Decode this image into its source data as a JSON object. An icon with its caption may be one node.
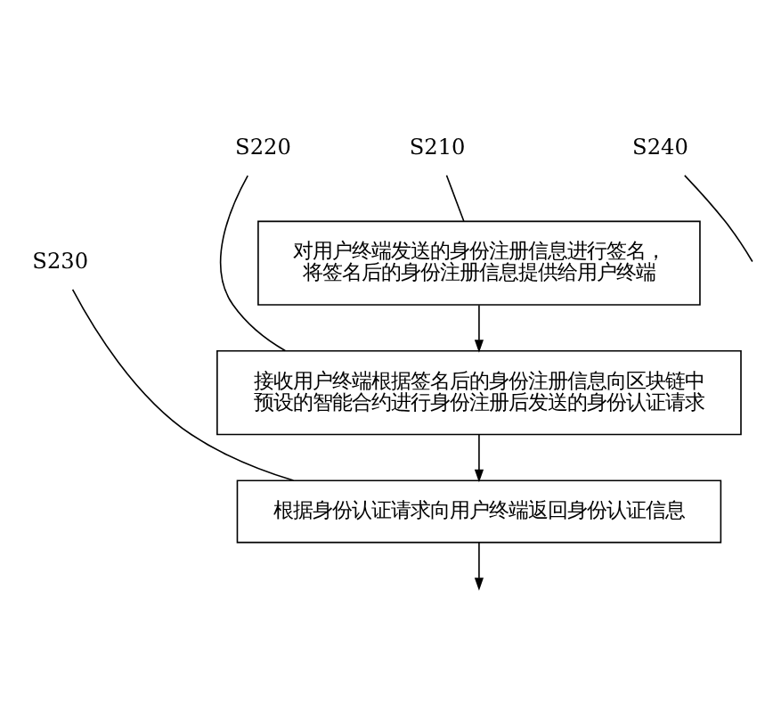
{
  "diagram": {
    "nodes": [
      {
        "text": [
          "对用户终端发送的身份注册信息进行签名，将签名后的身份注册信息提供给用户终端"
        ]
      },
      {
        "text": [
          "S210"
        ]
      },
      {
        "text": [
          "接收用户终端根据签名后的身份注册信息向区块链中预设的智能合约进行身份注册后发送的身份认证请求"
        ]
      },
      {
        "text": [
          "S220"
        ]
      },
      {
        "text": [
          "根据身份认证请求向用户终端返回身份认证信息"
        ]
      },
      {
        "text": [
          "S230"
        ]
      },
      {
        "text": [
          "S240"
        ]
      }
    ],
    "edges": [
      {
        "from": 1,
        "to": 0,
        "arrow": "none"
      },
      {
        "from": 0,
        "to": 2,
        "arrow": "to"
      },
      {
        "from": 3,
        "to": 2,
        "arrow": "none"
      },
      {
        "from": 2,
        "to": 4,
        "arrow": "to"
      },
      {
        "from": 5,
        "to": 4,
        "arrow": "none"
      },
      {
        "from": 4,
        "to": null,
        "arrow": "to"
      },
      {
        "from": 6,
        "to": null,
        "arrow": "none"
      }
    ]
  }
}
